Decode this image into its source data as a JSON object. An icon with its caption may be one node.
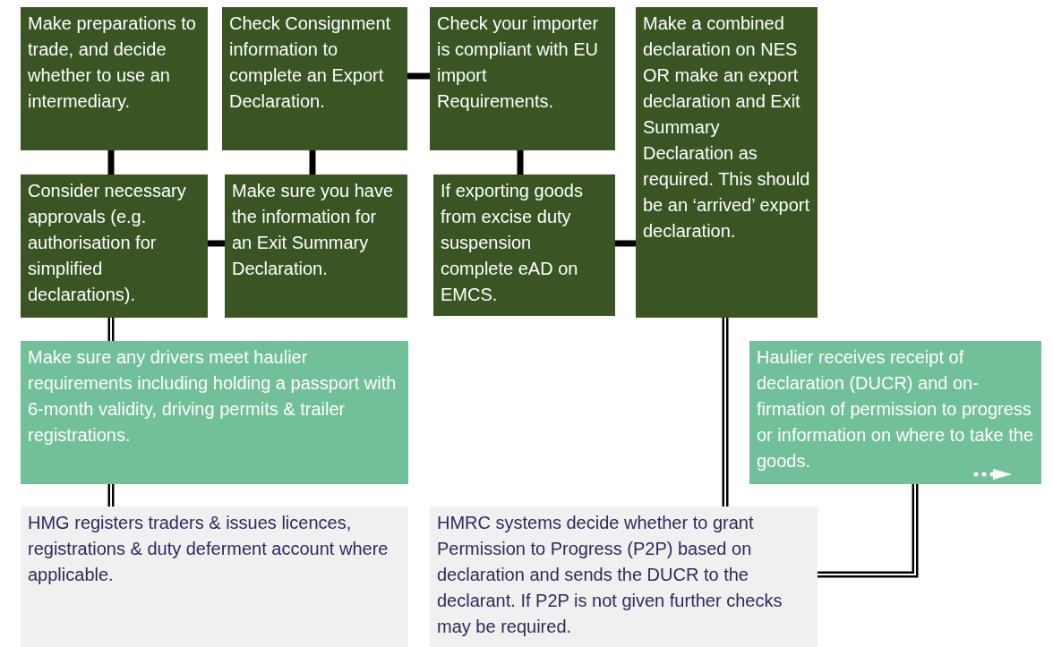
{
  "diagram": {
    "nodes": [
      {
        "text": [
          "Make preparations to trade, and decide whether to use an intermediary."
        ]
      },
      {
        "text": [
          "Check Consignment information to complete an Export Declaration."
        ]
      },
      {
        "text": [
          "Check your importer is compliant with EU import Requirements."
        ]
      },
      {
        "text": [
          "Make a combined declaration on NES OR make an export declaration and Exit Summary Declaration as required. This should be an ‘arrived’ export declaration."
        ]
      },
      {
        "text": [
          "Consider necessary approvals (e.g. authorisation for simplified declarations)."
        ]
      },
      {
        "text": [
          "Make sure you have the information for an Exit Summary Declaration."
        ]
      },
      {
        "text": [
          "If exporting goods from excise duty suspension complete eAD on EMCS."
        ]
      },
      {
        "text": [
          "Make sure any drivers meet haulier requirements including holding a passport with 6-month validity, driving permits & trailer registrations."
        ]
      },
      {
        "text": [
          "Haulier receives receipt of declaration (DUCR) and on-firmation of permission to progress or information on where to take the goods."
        ]
      },
      {
        "text": [
          "HMG registers traders & issues licences, registrations & duty deferment account where applicable."
        ]
      },
      {
        "text": [
          "HMRC systems decide whether to grant Permission to Progress (P2P) based on declaration and sends the DUCR to the declarant. If P2P is not given further checks may be required."
        ]
      }
    ],
    "edges": [
      {
        "from": 0,
        "to": 4,
        "arrow": "none"
      },
      {
        "from": 1,
        "to": 5,
        "arrow": "none"
      },
      {
        "from": 2,
        "to": 6,
        "arrow": "none"
      },
      {
        "from": 1,
        "to": 2,
        "arrow": "none"
      },
      {
        "from": 4,
        "to": 5,
        "arrow": "none"
      },
      {
        "from": 6,
        "to": 3,
        "arrow": "none"
      },
      {
        "from": 4,
        "to": 7,
        "arrow": "none"
      },
      {
        "from": 7,
        "to": 9,
        "arrow": "none"
      },
      {
        "from": 3,
        "to": 10,
        "arrow": "none"
      },
      {
        "from": 8,
        "to": 10,
        "arrow": "none"
      }
    ]
  }
}
